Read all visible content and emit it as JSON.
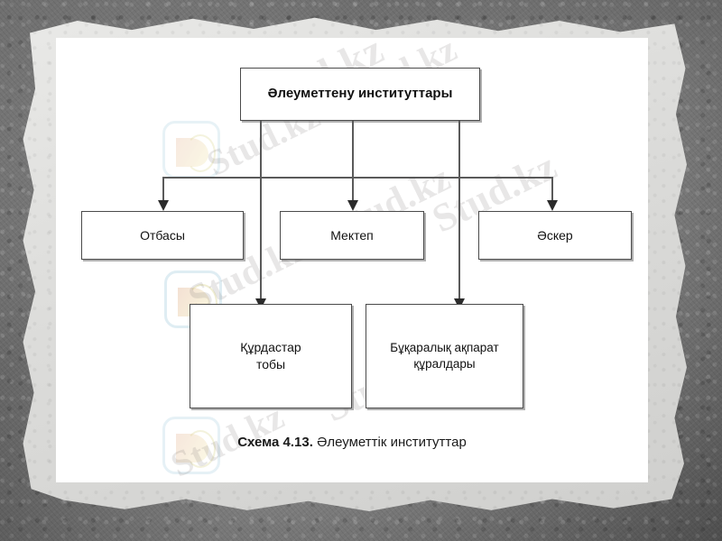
{
  "diagram": {
    "title_node": "Әлеуметтену институттары",
    "level2": [
      {
        "label": "Отбасы"
      },
      {
        "label": "Мектеп"
      },
      {
        "label": "Әскер"
      }
    ],
    "level3": [
      {
        "label": "Құрдастар\nтобы",
        "line1": "Құрдастар",
        "line2": "тобы"
      },
      {
        "label": "Бұқаралық ақпарат\nқұралдары",
        "line1": "Бұқаралық ақпарат",
        "line2": "құралдары"
      }
    ],
    "caption": {
      "number": "Схема 4.13.",
      "text": " Әлеуметтік институттар"
    },
    "colors": {
      "box_border": "#4a4a4a",
      "box_fill": "#ffffff",
      "connector": "#5a5a5a",
      "arrow": "#2b2b2b",
      "page": "#ffffff",
      "backdrop": "#8c8c8c"
    }
  },
  "watermark": {
    "text_a": "Stud.kz",
    "text_b": "Stud.kz - Stud.kz",
    "text_c": "Stud.kz",
    "text_d": "Stud.kz - Stud.kz",
    "text_e": "Stud.kz",
    "text_f": "Stud.kz",
    "logo_name": "stud-kz-logo"
  }
}
